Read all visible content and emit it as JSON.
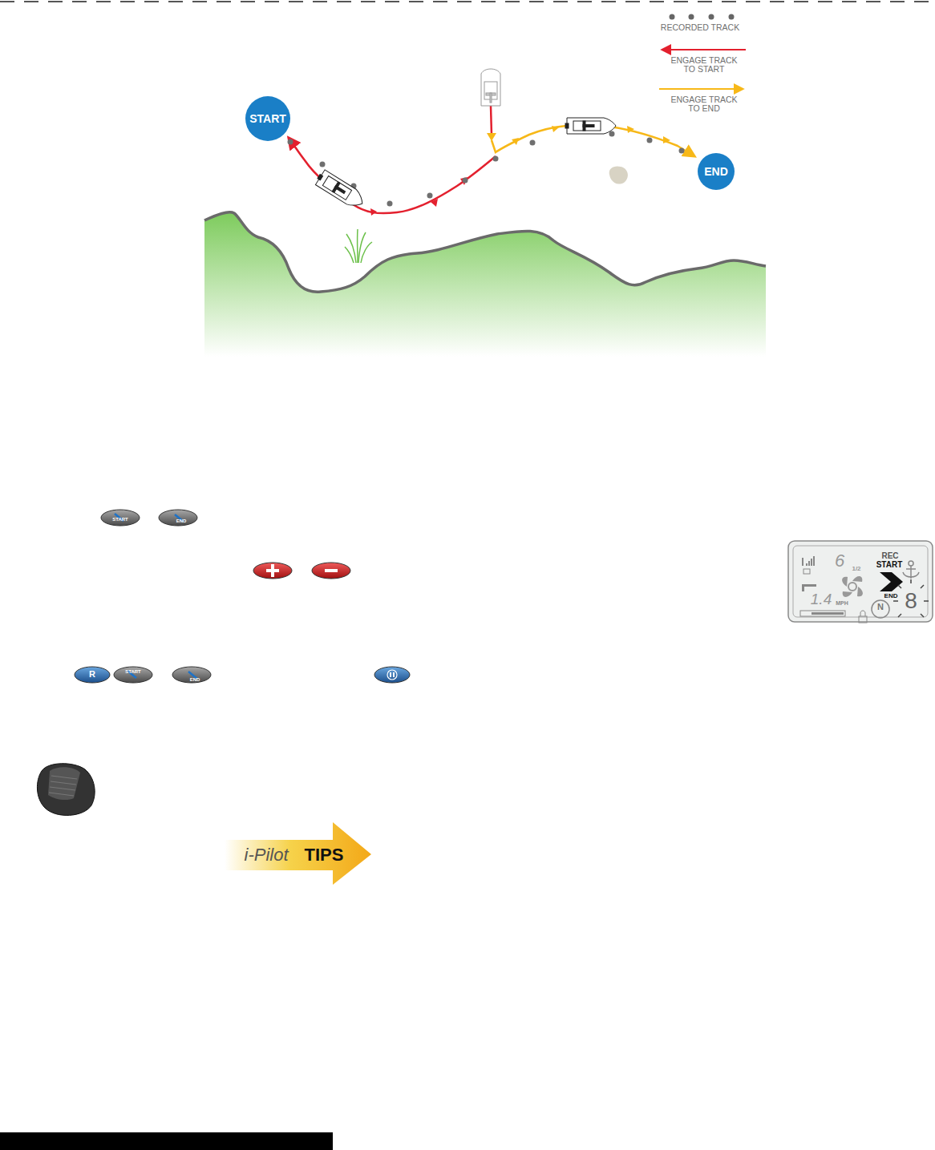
{
  "diagram": {
    "nodes": [
      {
        "text": [
          "START"
        ]
      },
      {
        "text": [
          "END"
        ]
      }
    ],
    "labels": [
      "START",
      "END",
      "R",
      "START",
      "END",
      "REC",
      "START",
      "END",
      "6",
      "1/2",
      "1.4",
      "MPH",
      "N",
      "8",
      "i-Pilot",
      "TIPS"
    ],
    "legend": [
      {
        "text": "RECORDED TRACK"
      },
      {
        "text": "ENGAGE TRACK TO START"
      },
      {
        "text": "ENGAGE TRACK TO END"
      }
    ]
  }
}
